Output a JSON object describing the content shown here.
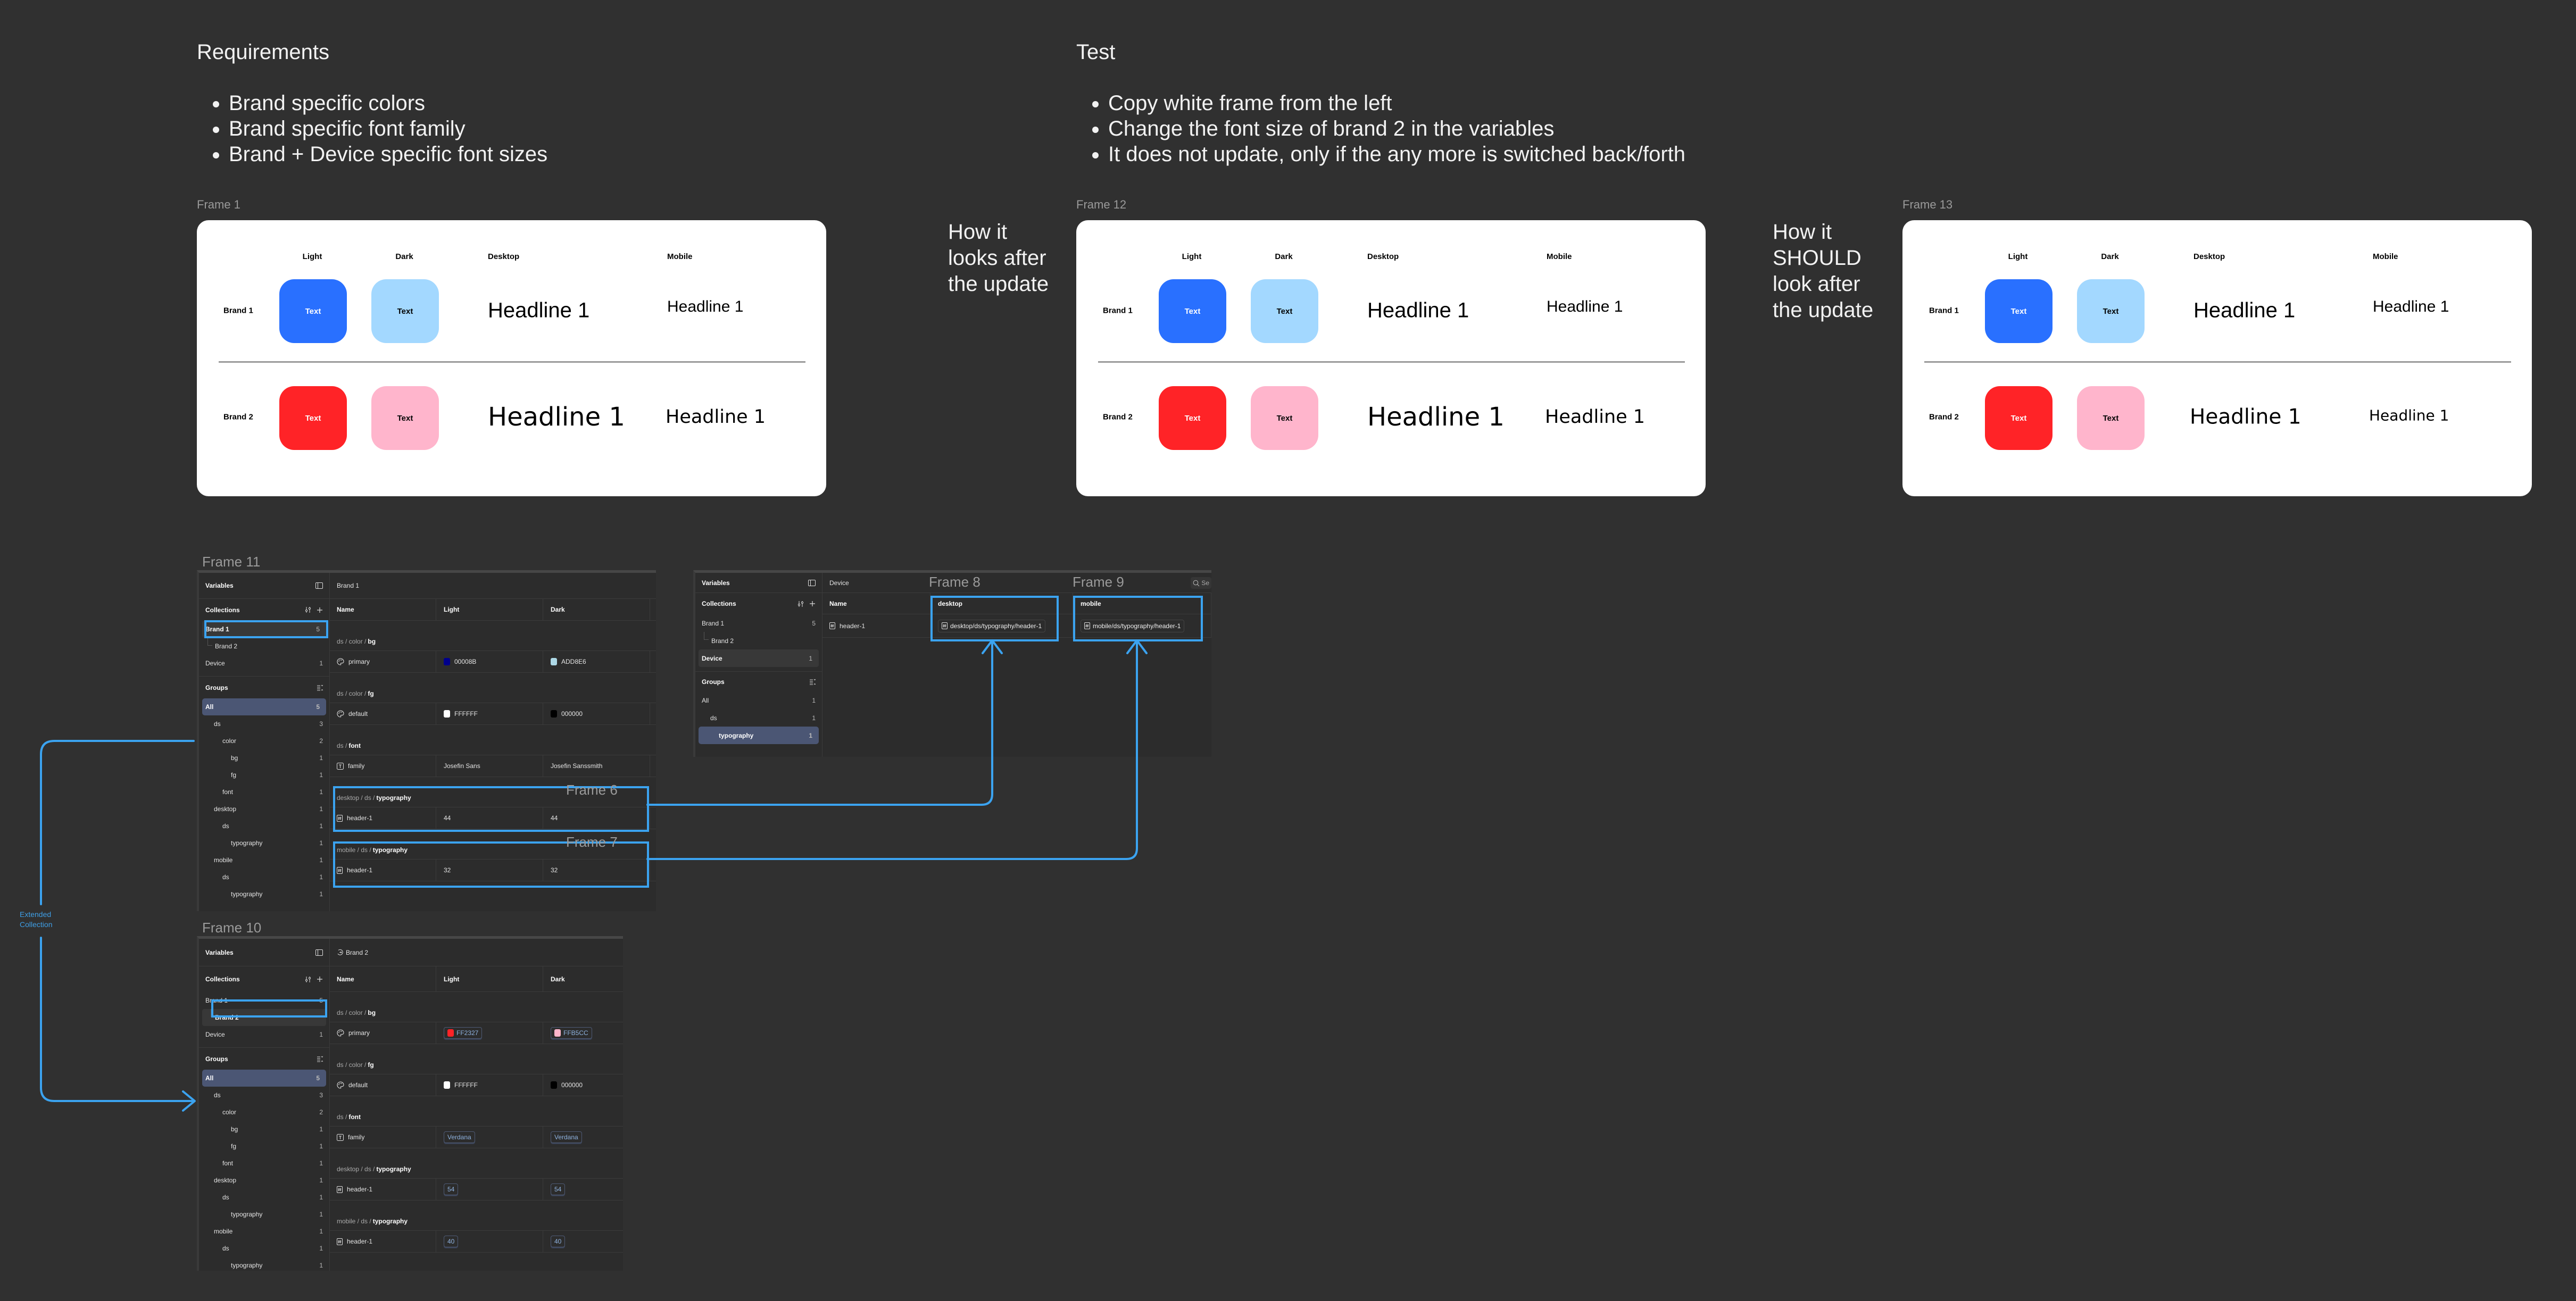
{
  "requirements": {
    "title": "Requirements",
    "items": [
      "Brand specific colors",
      "Brand specific font family",
      "Brand + Device specific font sizes"
    ]
  },
  "test": {
    "title": "Test",
    "items": [
      "Copy white frame from the left",
      "Change the font size of brand 2 in the variables",
      "It does not update, only if the any more is switched back/forth"
    ]
  },
  "notes": {
    "after": "How it\nlooks after\nthe update",
    "should": "How it\nSHOULD\nlook after\nthe update"
  },
  "extended_label": "Extended\nCollection",
  "accent_color": "#3BA3F0",
  "frames": [
    {
      "label": "Frame 1",
      "headers": [
        "Light",
        "Dark",
        "Desktop",
        "Mobile"
      ],
      "rows": [
        {
          "brand": "Brand 1",
          "swatches": [
            {
              "text": "Text",
              "bg": "#2970FF",
              "fg": "#FFFFFF"
            },
            {
              "text": "Text",
              "bg": "#A3D8FF",
              "fg": "#000000"
            }
          ],
          "desktop": "Headline 1",
          "mobile": "Headline 1"
        },
        {
          "brand": "Brand 2",
          "swatches": [
            {
              "text": "Text",
              "bg": "#FF2327",
              "fg": "#FFFFFF"
            },
            {
              "text": "Text",
              "bg": "#FFB5CC",
              "fg": "#000000"
            }
          ],
          "desktop": "Headline 1",
          "mobile": "Headline 1"
        }
      ]
    },
    {
      "label": "Frame 12",
      "headers": [
        "Light",
        "Dark",
        "Desktop",
        "Mobile"
      ],
      "rows": [
        {
          "brand": "Brand 1",
          "swatches": [
            {
              "text": "Text",
              "bg": "#2970FF",
              "fg": "#FFFFFF"
            },
            {
              "text": "Text",
              "bg": "#A3D8FF",
              "fg": "#000000"
            }
          ],
          "desktop": "Headline 1",
          "mobile": "Headline 1"
        },
        {
          "brand": "Brand 2",
          "swatches": [
            {
              "text": "Text",
              "bg": "#FF2327",
              "fg": "#FFFFFF"
            },
            {
              "text": "Text",
              "bg": "#FFB5CC",
              "fg": "#000000"
            }
          ],
          "desktop": "Headline 1",
          "mobile": "Headline 1"
        }
      ]
    },
    {
      "label": "Frame 13",
      "headers": [
        "Light",
        "Dark",
        "Desktop",
        "Mobile"
      ],
      "rows": [
        {
          "brand": "Brand 1",
          "swatches": [
            {
              "text": "Text",
              "bg": "#2970FF",
              "fg": "#FFFFFF"
            },
            {
              "text": "Text",
              "bg": "#A3D8FF",
              "fg": "#000000"
            }
          ],
          "desktop": "Headline 1",
          "mobile": "Headline 1"
        },
        {
          "brand": "Brand 2",
          "swatches": [
            {
              "text": "Text",
              "bg": "#FF2327",
              "fg": "#FFFFFF"
            },
            {
              "text": "Text",
              "bg": "#FFB5CC",
              "fg": "#000000"
            }
          ],
          "desktop": "Headline 1",
          "mobile": "Headline 1"
        }
      ]
    }
  ],
  "panels": {
    "brand1": {
      "title": "Variables",
      "collections_label": "Collections",
      "groups_label": "Groups",
      "collections": [
        {
          "name": "Brand 1",
          "count": "5",
          "selected": true
        },
        {
          "name": "Brand 2",
          "count": "",
          "child": true
        },
        {
          "name": "Device",
          "count": "1"
        }
      ],
      "groups": [
        {
          "name": "All",
          "count": "5",
          "level": 0,
          "selected": true
        },
        {
          "name": "ds",
          "count": "3",
          "level": 1
        },
        {
          "name": "color",
          "count": "2",
          "level": 2
        },
        {
          "name": "bg",
          "count": "1",
          "level": 3
        },
        {
          "name": "fg",
          "count": "1",
          "level": 3
        },
        {
          "name": "font",
          "count": "1",
          "level": 2
        },
        {
          "name": "desktop",
          "count": "1",
          "level": 1
        },
        {
          "name": "ds",
          "count": "1",
          "level": 2
        },
        {
          "name": "typography",
          "count": "1",
          "level": 3
        },
        {
          "name": "mobile",
          "count": "1",
          "level": 1
        },
        {
          "name": "ds",
          "count": "1",
          "level": 2
        },
        {
          "name": "typography",
          "count": "1",
          "level": 3
        }
      ],
      "main_title": "Brand 1",
      "extended": false,
      "columns": [
        "Name",
        "Light",
        "Dark"
      ],
      "sections": [
        {
          "path": "ds / color /",
          "leaf": "bg",
          "rows": [
            {
              "icon": "palette",
              "name": "primary",
              "values": [
                {
                  "swatch": "#00008B",
                  "text": "00008B"
                },
                {
                  "swatch": "#ADD8E6",
                  "text": "ADD8E6"
                }
              ]
            }
          ]
        },
        {
          "path": "ds / color /",
          "leaf": "fg",
          "rows": [
            {
              "icon": "palette",
              "name": "default",
              "values": [
                {
                  "swatch": "#FFFFFF",
                  "text": "FFFFFF"
                },
                {
                  "swatch": "#000000",
                  "text": "000000"
                }
              ]
            }
          ]
        },
        {
          "path": "ds /",
          "leaf": "font",
          "rows": [
            {
              "icon": "text",
              "name": "family",
              "values": [
                {
                  "text": "Josefin Sans"
                },
                {
                  "text": "Josefin Sanssmith"
                }
              ]
            }
          ]
        },
        {
          "path": "desktop / ds /",
          "leaf": "typography",
          "rows": [
            {
              "icon": "number",
              "name": "header-1",
              "values": [
                {
                  "text": "44"
                },
                {
                  "text": "44"
                }
              ]
            }
          ]
        },
        {
          "path": "mobile / ds /",
          "leaf": "typography",
          "rows": [
            {
              "icon": "number",
              "name": "header-1",
              "values": [
                {
                  "text": "32"
                },
                {
                  "text": "32"
                }
              ]
            }
          ]
        }
      ],
      "frame_labels": [
        "Frame 11",
        "Frame 6",
        "Frame 7"
      ]
    },
    "brand2": {
      "title": "Variables",
      "collections_label": "Collections",
      "groups_label": "Groups",
      "collections": [
        {
          "name": "Brand 1",
          "count": "5"
        },
        {
          "name": "Brand 2",
          "count": "",
          "child": true,
          "selected": true
        },
        {
          "name": "Device",
          "count": "1"
        }
      ],
      "groups": [
        {
          "name": "All",
          "count": "5",
          "level": 0,
          "selected": true
        },
        {
          "name": "ds",
          "count": "3",
          "level": 1
        },
        {
          "name": "color",
          "count": "2",
          "level": 2
        },
        {
          "name": "bg",
          "count": "1",
          "level": 3
        },
        {
          "name": "fg",
          "count": "1",
          "level": 3
        },
        {
          "name": "font",
          "count": "1",
          "level": 2
        },
        {
          "name": "desktop",
          "count": "1",
          "level": 1
        },
        {
          "name": "ds",
          "count": "1",
          "level": 2
        },
        {
          "name": "typography",
          "count": "1",
          "level": 3
        },
        {
          "name": "mobile",
          "count": "1",
          "level": 1
        },
        {
          "name": "ds",
          "count": "1",
          "level": 2
        },
        {
          "name": "typography",
          "count": "1",
          "level": 3
        }
      ],
      "main_title": "Brand 2",
      "extended": true,
      "columns": [
        "Name",
        "Light",
        "Dark"
      ],
      "sections": [
        {
          "path": "ds / color /",
          "leaf": "bg",
          "rows": [
            {
              "icon": "palette",
              "name": "primary",
              "values": [
                {
                  "swatch": "#FF2327",
                  "text": "FF2327",
                  "chip": true
                },
                {
                  "swatch": "#FFB5CC",
                  "text": "FFB5CC",
                  "chip": true
                }
              ]
            }
          ]
        },
        {
          "path": "ds / color /",
          "leaf": "fg",
          "rows": [
            {
              "icon": "palette",
              "name": "default",
              "values": [
                {
                  "swatch": "#FFFFFF",
                  "text": "FFFFFF"
                },
                {
                  "swatch": "#000000",
                  "text": "000000"
                }
              ]
            }
          ]
        },
        {
          "path": "ds /",
          "leaf": "font",
          "rows": [
            {
              "icon": "text",
              "name": "family",
              "values": [
                {
                  "text": "Verdana",
                  "chip": true
                },
                {
                  "text": "Verdana",
                  "chip": true
                }
              ]
            }
          ]
        },
        {
          "path": "desktop / ds /",
          "leaf": "typography",
          "rows": [
            {
              "icon": "number",
              "name": "header-1",
              "values": [
                {
                  "text": "54",
                  "chip": true
                },
                {
                  "text": "54",
                  "chip": true
                }
              ]
            }
          ]
        },
        {
          "path": "mobile / ds /",
          "leaf": "typography",
          "rows": [
            {
              "icon": "number",
              "name": "header-1",
              "values": [
                {
                  "text": "40",
                  "chip": true
                },
                {
                  "text": "40",
                  "chip": true
                }
              ]
            }
          ]
        }
      ],
      "frame_labels": [
        "Frame 10"
      ]
    },
    "device": {
      "title": "Variables",
      "collections_label": "Collections",
      "groups_label": "Groups",
      "collections": [
        {
          "name": "Brand 1",
          "count": "5"
        },
        {
          "name": "Brand 2",
          "count": "",
          "child": true
        },
        {
          "name": "Device",
          "count": "1",
          "selected": true
        }
      ],
      "groups": [
        {
          "name": "All",
          "count": "1",
          "level": 0
        },
        {
          "name": "ds",
          "count": "1",
          "level": 1
        },
        {
          "name": "typography",
          "count": "1",
          "level": 2,
          "selected": true
        }
      ],
      "main_title": "Device",
      "extended": false,
      "search_label": "Se",
      "columns": [
        "Name",
        "desktop",
        "mobile"
      ],
      "sections": [
        {
          "path": "",
          "leaf": "",
          "rows": [
            {
              "icon": "number",
              "name": "header-1",
              "values": [
                {
                  "alias": "desktop/ds/typography/header-1"
                },
                {
                  "alias": "mobile/ds/typography/header-1"
                }
              ]
            }
          ]
        }
      ],
      "frame_labels": [
        "Frame 8",
        "Frame 9"
      ]
    }
  }
}
